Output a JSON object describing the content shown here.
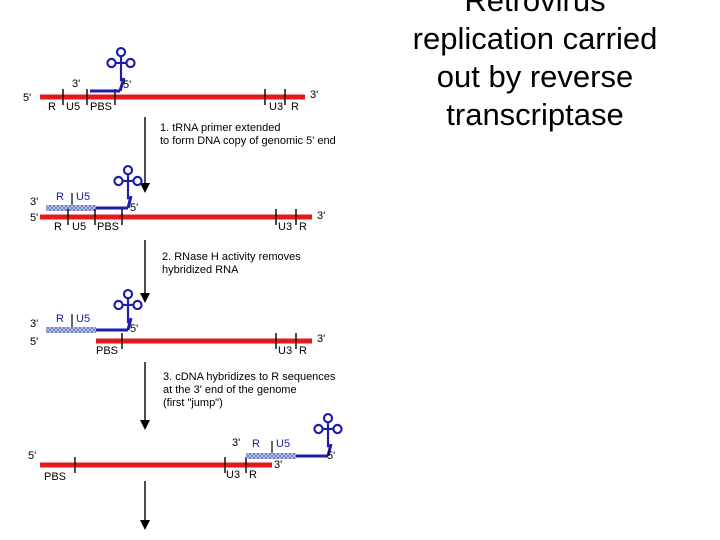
{
  "title_lines": [
    "Retrovirus",
    "replication carried",
    "out by reverse",
    "transcriptase"
  ],
  "colors": {
    "rna": "#e41a1a",
    "dna": "#1e1ea8",
    "hybrid": "#8fa0d8",
    "text": "#000000"
  },
  "panels": [
    {
      "labels": {
        "five_prime_left": "5'",
        "primer_three": "3'",
        "primer_five": "5'",
        "R_left": "R",
        "U5": "U5",
        "PBS": "PBS",
        "U3": "U3",
        "R_right": "R",
        "three_prime_right": "3'"
      }
    },
    {
      "labels": {
        "cdna_three": "3'",
        "rna_five_left": "5'",
        "cdna_R": "R",
        "cdna_U5": "U5",
        "primer_five": "5'",
        "R_left": "R",
        "U5": "U5",
        "PBS": "PBS",
        "U3": "U3",
        "R_right": "R",
        "three_prime_right": "3'"
      }
    },
    {
      "labels": {
        "cdna_three": "3'",
        "rna_five_left": "5'",
        "cdna_R": "R",
        "cdna_U5": "U5",
        "primer_five": "5'",
        "PBS": "PBS",
        "U3": "U3",
        "R_right": "R",
        "three_prime_right": "3'"
      }
    },
    {
      "labels": {
        "five_prime_left": "5'",
        "PBS": "PBS",
        "cdna_three": "3'",
        "cdna_R": "R",
        "cdna_U5": "U5",
        "primer_five": "5'",
        "U3": "U3",
        "R_right": "R",
        "rna_three": "3'"
      }
    }
  ],
  "steps": [
    {
      "lines": [
        "1.  tRNA primer extended",
        "to form DNA copy of genomic 5' end"
      ]
    },
    {
      "lines": [
        "2. RNase H activity removes",
        "hybridized RNA"
      ]
    },
    {
      "lines": [
        "3.  cDNA hybridizes to R sequences",
        "at the 3' end of the genome",
        "(first \"jump\")"
      ]
    }
  ]
}
